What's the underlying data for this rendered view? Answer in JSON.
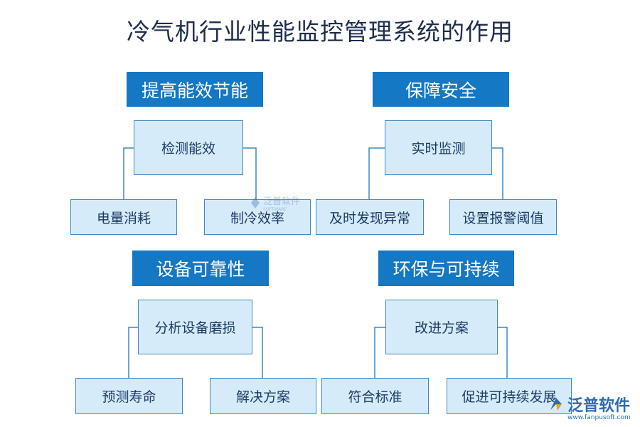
{
  "title": "冷气机行业性能监控管理系统的作用",
  "sections": [
    {
      "heading": "提高能效节能",
      "center": "检测能效",
      "left": "电量消耗",
      "right": "制冷效率"
    },
    {
      "heading": "保障安全",
      "center": "实时监测",
      "left": "及时发现异常",
      "right": "设置报警阈值"
    },
    {
      "heading": "设备可靠性",
      "center": "分析设备磨损",
      "left": "预测寿命",
      "right": "解决方案"
    },
    {
      "heading": "环保与可持续",
      "center": "改进方案",
      "left": "符合标准",
      "right": "促进可持续发展"
    }
  ],
  "watermark": {
    "center_text": "泛普软件",
    "center_sub": "SOFTWARE",
    "logo_name": "泛普软件",
    "logo_url": "www.fanpusoft.com"
  },
  "colors": {
    "heading_bg": "#1478c4",
    "box_bg": "#d6ebf9",
    "box_border": "#3f87c4",
    "line": "#3f87c4"
  }
}
